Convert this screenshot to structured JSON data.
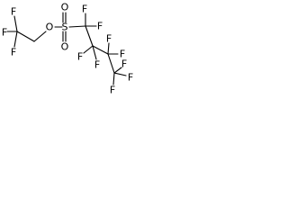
{
  "molecule": {
    "atoms": {
      "f_top_left": "F",
      "f_mid_left": "F",
      "f_low_left": "F",
      "o_ester": "O",
      "s_sulfur": "S",
      "o_upper": "O",
      "o_lower": "O",
      "f_c1_left": "F",
      "f_c1_right": "F",
      "f_c2_left": "F",
      "f_c2_right": "F",
      "f_c3_left": "F",
      "f_c3_right": "F",
      "f_c4_top": "F",
      "f_c4_right": "F",
      "f_c4_bottom": "F"
    }
  }
}
